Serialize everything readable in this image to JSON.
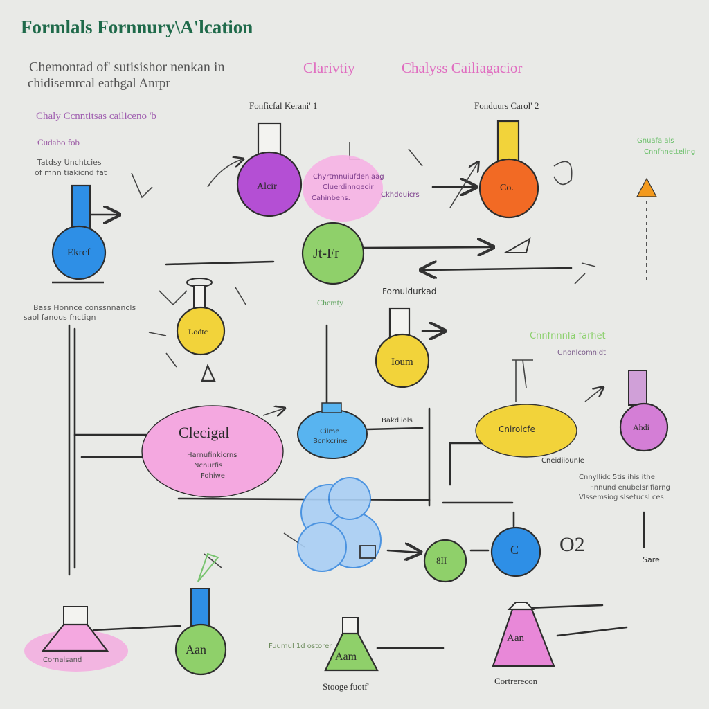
{
  "header": {
    "title": "Formlals Fornnury\\A'lcation",
    "subtitle_line1": "Chemontad of' sutisishor nenkan in",
    "subtitle_line2": "chidisemrcal eathgal Anrpr",
    "pink_head_a": "Clarivtiy",
    "pink_head_b": "Chalyss Cailiagacior"
  },
  "left_notes": {
    "line1": "Chaly Ccnntitsas cailiceno 'b",
    "line2": "Cudabo fob",
    "line3": "Tatdsy Unchtcies",
    "line4": "of mnn tiakicnd fat",
    "line5": "Bass Honnce conssnnancls",
    "line6": "saol fanous fnctign"
  },
  "labels": {
    "fonficfal": "Fonficfal Kerani' 1",
    "fondsurs": "Fonduurs Carol' 2",
    "pink_bubble_l1": "Chyrtmnuiufdeniaag",
    "pink_bubble_l2": "Cluerdinngeoir",
    "pink_bubble_l3": "Ckhdduicrs",
    "pink_bubble_l4": "Cahinbens.",
    "right_top_l1": "Gnuafa als",
    "right_top_l2": "Cnnfnnetteling",
    "fomuldurkad": "Fomuldurkad",
    "chemty": "Chemty",
    "right_mid_green": "Cnnfnnnla farhet",
    "right_mid_purple": "Gnonlcomnldt",
    "bakdiiols": "Bakdiiols",
    "cneidiiounle": "Cneidiiounle",
    "right_low_l1": "Cnnyllidc 5tis ihis ithe",
    "right_low_l2": "Fnnund enubelsrifiarng",
    "right_low_l3": "Vlssemsiog slsetucsl ces",
    "sate": "Sare",
    "o2": "O2",
    "bottom_mid_green": "Fuumul 1d ostorer",
    "bottom_left_small": "Cornaisand",
    "stooge": "Stooge fuotf'",
    "cortrerecon": "Cortrerecon",
    "pink_big_title": "Clecigal",
    "pink_big_l1": "Harnufinkicrns",
    "pink_big_l2": "Ncnurfis",
    "pink_big_l3": "Fohiwe",
    "yellow_oval": "Cnirolcfe"
  },
  "flasks": {
    "purple": "Alcir",
    "orange": "Co.",
    "blue": "Ekrcf",
    "green_center": "Jt-Fr",
    "yellow_small": "Lodtc",
    "yellow_mid": "Ioum",
    "blue_ellipse_l1": "Cilme",
    "blue_ellipse_l2": "Bcnkcrine",
    "pink_right": "Ahdi",
    "green_small": "8II",
    "blue_circle": "C",
    "green_bottom": "Aan",
    "green_bottom_mid": "Aam",
    "pink_bottom": "Aan"
  },
  "colors": {
    "purple": "#b44fd4",
    "orange": "#f26a24",
    "blue": "#2e8fe6",
    "green": "#8fd06a",
    "yellow": "#f2d33a",
    "pink": "#f4a8e0",
    "ink": "#2d2d2d",
    "cyanblue": "#58b4f0"
  }
}
